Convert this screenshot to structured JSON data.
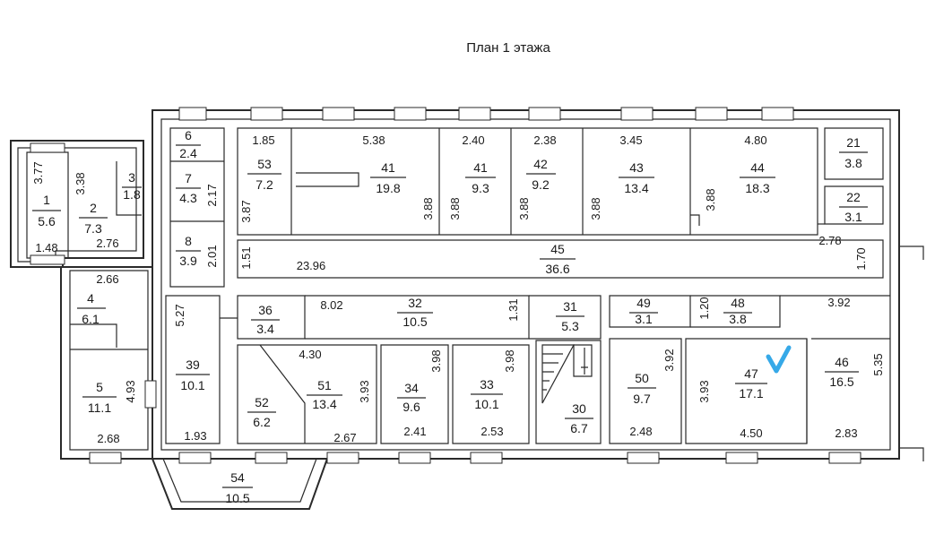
{
  "title": "План 1 этажа",
  "colors": {
    "line": "#2a2a2a",
    "check": "#36a9e8"
  },
  "mark_icon": "check-mark-icon",
  "rooms": [
    {
      "id": "r1",
      "num": "1",
      "area": "5.6"
    },
    {
      "id": "r2",
      "num": "2",
      "area": "7.3"
    },
    {
      "id": "r3",
      "num": "3",
      "area": "1.8"
    },
    {
      "id": "r4",
      "num": "4",
      "area": "6.1"
    },
    {
      "id": "r5",
      "num": "5",
      "area": "11.1"
    },
    {
      "id": "r6",
      "num": "6",
      "area": "2.4"
    },
    {
      "id": "r7",
      "num": "7",
      "area": "4.3"
    },
    {
      "id": "r8",
      "num": "8",
      "area": "3.9"
    },
    {
      "id": "r53",
      "num": "53",
      "area": "7.2"
    },
    {
      "id": "r41a",
      "num": "41",
      "area": "19.8"
    },
    {
      "id": "r41b",
      "num": "41",
      "area": "9.3"
    },
    {
      "id": "r42",
      "num": "42",
      "area": "9.2"
    },
    {
      "id": "r43",
      "num": "43",
      "area": "13.4"
    },
    {
      "id": "r44",
      "num": "44",
      "area": "18.3"
    },
    {
      "id": "r21",
      "num": "21",
      "area": "3.8"
    },
    {
      "id": "r22",
      "num": "22",
      "area": "3.1"
    },
    {
      "id": "r45",
      "num": "45",
      "area": "36.6"
    },
    {
      "id": "r36",
      "num": "36",
      "area": "3.4"
    },
    {
      "id": "r32",
      "num": "32",
      "area": "10.5"
    },
    {
      "id": "r31",
      "num": "31",
      "area": "5.3"
    },
    {
      "id": "r49",
      "num": "49",
      "area": "3.1"
    },
    {
      "id": "r48",
      "num": "48",
      "area": "3.8"
    },
    {
      "id": "r39",
      "num": "39",
      "area": "10.1"
    },
    {
      "id": "r52",
      "num": "52",
      "area": "6.2"
    },
    {
      "id": "r51",
      "num": "51",
      "area": "13.4"
    },
    {
      "id": "r34",
      "num": "34",
      "area": "9.6"
    },
    {
      "id": "r33",
      "num": "33",
      "area": "10.1"
    },
    {
      "id": "r30",
      "num": "30",
      "area": "6.7"
    },
    {
      "id": "r50",
      "num": "50",
      "area": "9.7"
    },
    {
      "id": "r47",
      "num": "47",
      "area": "17.1"
    },
    {
      "id": "r46",
      "num": "46",
      "area": "16.5"
    },
    {
      "id": "r54",
      "num": "54",
      "area": "10.5"
    }
  ],
  "dims": {
    "d1": "3.77",
    "d2": "3.38",
    "d3": "1.48",
    "d4": "2.76",
    "d5": "2.66",
    "d6": "4.93",
    "d7": "2.68",
    "d8": "2.17",
    "d9": "3.87",
    "d10": "2.01",
    "d11": "1.85",
    "d12": "5.38",
    "d13": "2.40",
    "d14": "2.38",
    "d15": "3.45",
    "d16": "4.80",
    "d17": "3.88",
    "d18": "3.88",
    "d19": "3.88",
    "d20": "3.88",
    "d21": "3.88",
    "d22": "2.78",
    "d23": "1.70",
    "d24": "1.51",
    "d25": "23.96",
    "d26": "5.27",
    "d27": "8.02",
    "d28": "1.31",
    "d29": "1.20",
    "d30": "3.92",
    "d31": "4.30",
    "d32": "3.93",
    "d33": "3.98",
    "d34": "3.98",
    "d35": "3.92",
    "d36": "3.93",
    "d37": "5.35",
    "d38": "1.93",
    "d39": "2.67",
    "d40": "2.41",
    "d41": "2.53",
    "d42": "2.48",
    "d43": "4.50",
    "d44": "2.83"
  }
}
